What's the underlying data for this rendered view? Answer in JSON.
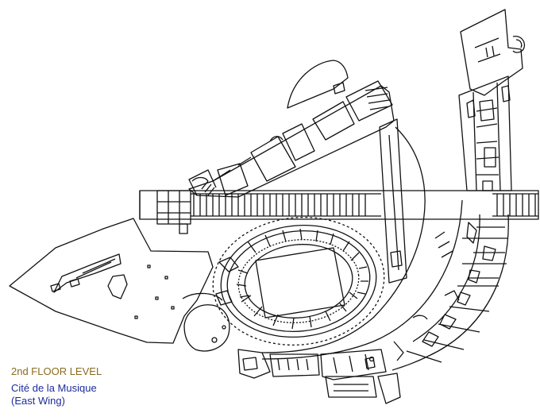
{
  "caption": {
    "level": "2nd FLOOR LEVEL",
    "building": "Cité de la Musique",
    "wing": "(East Wing)"
  },
  "colors": {
    "level_text": "#8a6a1e",
    "building_text": "#1c2c9a",
    "line": "#111111",
    "background": "#ffffff"
  }
}
